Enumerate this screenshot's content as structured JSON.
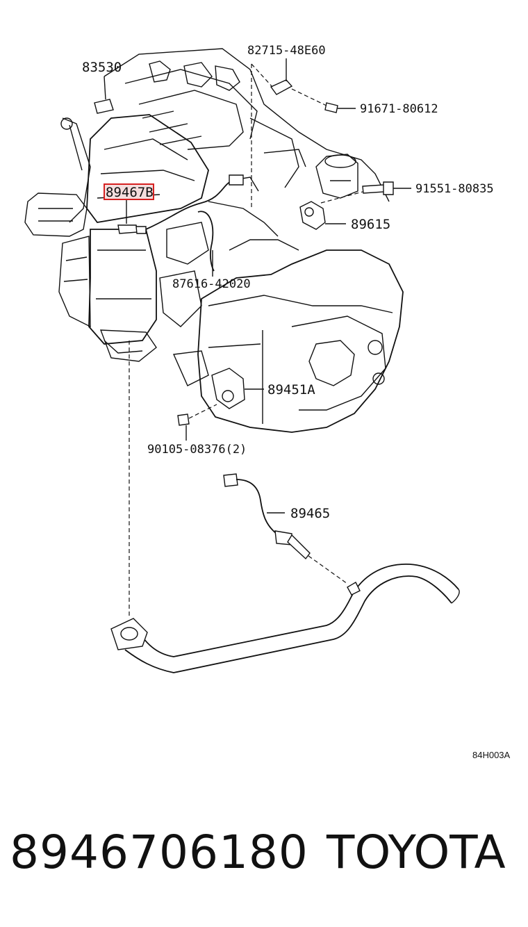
{
  "labels": {
    "p83530": "83530",
    "p82715": "82715-48E60",
    "p91671": "91671-80612",
    "p89467": "89467B",
    "p91551": "91551-80835",
    "p89615": "89615",
    "p87616": "87616-42020",
    "p89451": "89451A",
    "p90105": "90105-08376(2)",
    "p89465": "89465"
  },
  "highlighted_part": "89467B",
  "highlight_color": "#d62020",
  "diagram_code": "84H003A",
  "footer": {
    "part_number": "8946706180",
    "brand": "TOYOTA"
  }
}
